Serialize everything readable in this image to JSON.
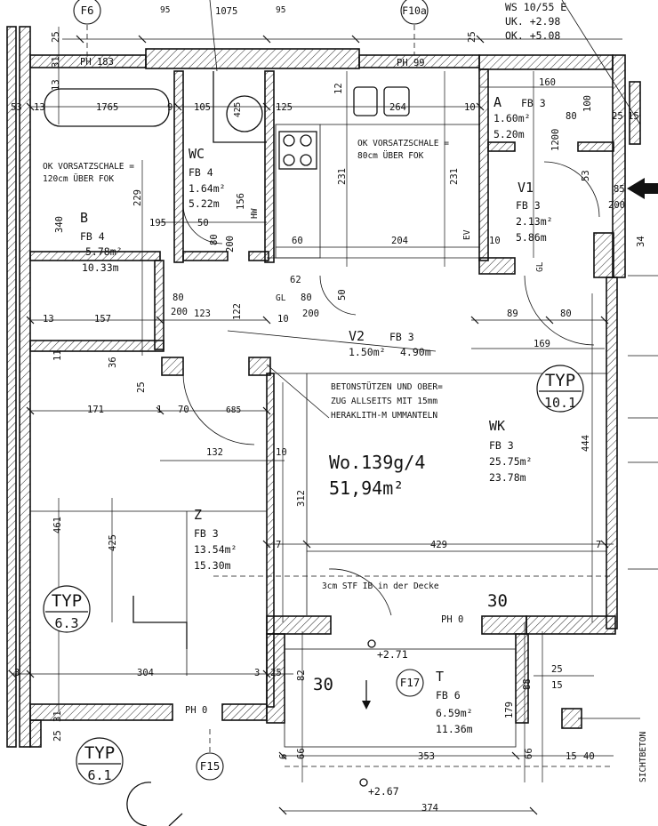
{
  "top_labels": {
    "ws": "WS 10/55 E",
    "uk": "UK. +2.98",
    "ok": "OK. +5.08"
  },
  "axes": [
    "F6",
    "F10a",
    "F15",
    "F17"
  ],
  "typ_labels": [
    {
      "typ": "TYP",
      "num": "10.1"
    },
    {
      "typ": "TYP",
      "num": "6.3"
    },
    {
      "typ": "TYP",
      "num": "6.1"
    }
  ],
  "apartment": {
    "name": "Wo.139g/4",
    "area": "51,94m²"
  },
  "rooms": {
    "wc": {
      "name": "WC",
      "fb": "FB 4",
      "area": "1.64m²",
      "perimeter": "5.22m"
    },
    "b": {
      "name": "B",
      "fb": "FB 4",
      "area": "5.78m²",
      "perimeter": "10.33m"
    },
    "a": {
      "name": "A",
      "fb": "FB 3",
      "area": "1.60m²",
      "perimeter": "5.20m"
    },
    "v1": {
      "name": "V1",
      "fb": "FB 3",
      "area": "2.13m²",
      "perimeter": "5.86m"
    },
    "v2": {
      "name": "V2",
      "fb": "FB 3",
      "area": "1.50m²",
      "perimeter": "4.90m"
    },
    "wk": {
      "name": "WK",
      "fb": "FB 3",
      "area": "25.75m²",
      "perimeter": "23.78m"
    },
    "z": {
      "name": "Z",
      "fb": "FB 3",
      "area": "13.54m²",
      "perimeter": "15.30m"
    },
    "t": {
      "name": "T",
      "fb": "FB 6",
      "area": "6.59m²",
      "perimeter": "11.36m"
    }
  },
  "notes": {
    "vorsatz1_l1": "OK VORSATZSCHALE =",
    "vorsatz1_l2": "120cm ÜBER FOK",
    "vorsatz2_l1": "OK VORSATZSCHALE =",
    "vorsatz2_l2": "80cm ÜBER FOK",
    "beton_l1": "BETONSTÜTZEN UND OBER=",
    "beton_l2": "ZUG ALLSEITS MIT 15mm",
    "beton_l3": "HERAKLITH-M UMMANTELN",
    "stf": "3cm STF IB in der Decke",
    "sichtbeton": "SICHTBETON",
    "level_271": "+2.71",
    "level_267": "+2.67",
    "ph183": "PH 183",
    "ph99": "PH 99",
    "ph0a": "PH 0",
    "ph0b": "PH 0",
    "thirty_a": "30",
    "thirty_b": "30",
    "hw": "HW",
    "ev": "EV",
    "gl1": "GL",
    "gl2": "GL",
    "tank": "264"
  },
  "dims": {
    "d_25a": "25",
    "d_95a": "95",
    "d_1075": "1075",
    "d_95b": "95",
    "d_25b": "25",
    "d_31a": "31",
    "d_13a": "13",
    "d_53": "53",
    "d_13b": "13",
    "d_1765": "1765",
    "d_9": "9",
    "d_105": "105",
    "d_425": "425",
    "d_125": "125",
    "d_12": "12",
    "d_10a": "10",
    "d_160": "160",
    "d_80a": "80",
    "d_100": "100",
    "d_25c": "25",
    "d_15": "15",
    "d_229": "229",
    "d_156": "156",
    "d_231a": "231",
    "d_231b": "231",
    "d_340": "340",
    "d_195": "195",
    "d_50a": "50",
    "d_80b": "80",
    "d_200a": "200",
    "d_60": "60",
    "d_204": "204",
    "d_10b": "10",
    "d_1200": "1200",
    "d_53b": "53",
    "d_85": "85",
    "d_200b": "200",
    "d_34": "34",
    "d_62": "62",
    "d_80c": "80",
    "d_50b": "50",
    "d_13c": "13",
    "d_157": "157",
    "d_80d": "80",
    "d_200c": "200",
    "d_123": "123",
    "d_122": "122",
    "d_10c": "10",
    "d_200d": "200",
    "d_89": "89",
    "d_80e": "80",
    "d_169": "169",
    "d_11": "11",
    "d_36": "36",
    "d_25d": "25",
    "d_171": "171",
    "d_1": "1",
    "d_70": "70",
    "d_685": "685",
    "d_132": "132",
    "d_10d": "10",
    "d_312": "312",
    "d_444": "444",
    "d_461": "461",
    "d_7a": "7",
    "d_429": "429",
    "d_7b": "7",
    "d_304": "304",
    "d_3a": "3",
    "d_3b": "3",
    "d_25e": "25",
    "d_82": "82",
    "d_88": "88",
    "d_179": "179",
    "d_6a": "6",
    "d_66a": "66",
    "d_353": "353",
    "d_66b": "66",
    "d_15b": "15",
    "d_40": "40",
    "d_374": "374",
    "d_25f": "25",
    "d_15c": "15",
    "d_31b": "31",
    "d_25g": "25"
  }
}
